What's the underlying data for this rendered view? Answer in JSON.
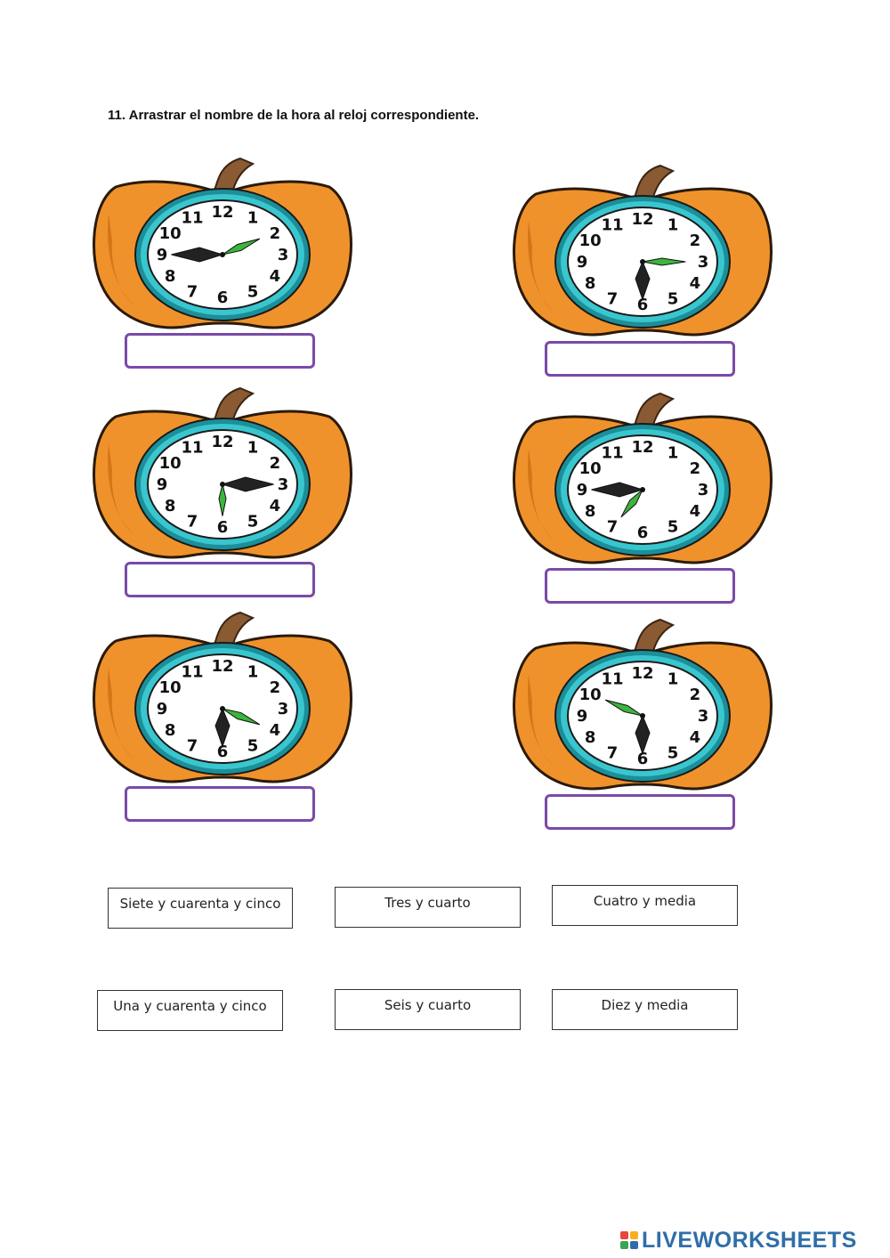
{
  "instruction": "11. Arrastrar el nombre de la hora al reloj correspondiente.",
  "clocks": [
    {
      "hour_hand": 9,
      "minute_hand": 2,
      "answer": ""
    },
    {
      "hour_hand": 6,
      "minute_hand": 3,
      "answer": ""
    },
    {
      "hour_hand": 3,
      "minute_hand": 6,
      "answer": ""
    },
    {
      "hour_hand": 9,
      "minute_hand": 7,
      "answer": ""
    },
    {
      "hour_hand": 6,
      "minute_hand": 4,
      "answer": ""
    },
    {
      "hour_hand": 6,
      "minute_hand": 10,
      "answer": ""
    }
  ],
  "clock_numbers": [
    "12",
    "1",
    "2",
    "3",
    "4",
    "5",
    "6",
    "7",
    "8",
    "9",
    "10",
    "11"
  ],
  "word_tiles": [
    "Siete y cuarenta y cinco",
    "Tres y cuarto",
    "Cuatro y media",
    "Una y cuarenta y cinco",
    "Seis y cuarto",
    "Diez y media"
  ],
  "brand": {
    "name": "LIVEWORKSHEETS",
    "colors": [
      "#e8473c",
      "#f6b01e",
      "#3aa655",
      "#2f6ea8"
    ]
  },
  "colors": {
    "pumpkin": "#f0922b",
    "pumpkin_dark": "#c86a10",
    "stem": "#8a5a32",
    "ring": "#39c6cf",
    "hour_hand": "#222222",
    "minute_hand": "#3cb53c",
    "answer_border": "#7a4aa8"
  }
}
